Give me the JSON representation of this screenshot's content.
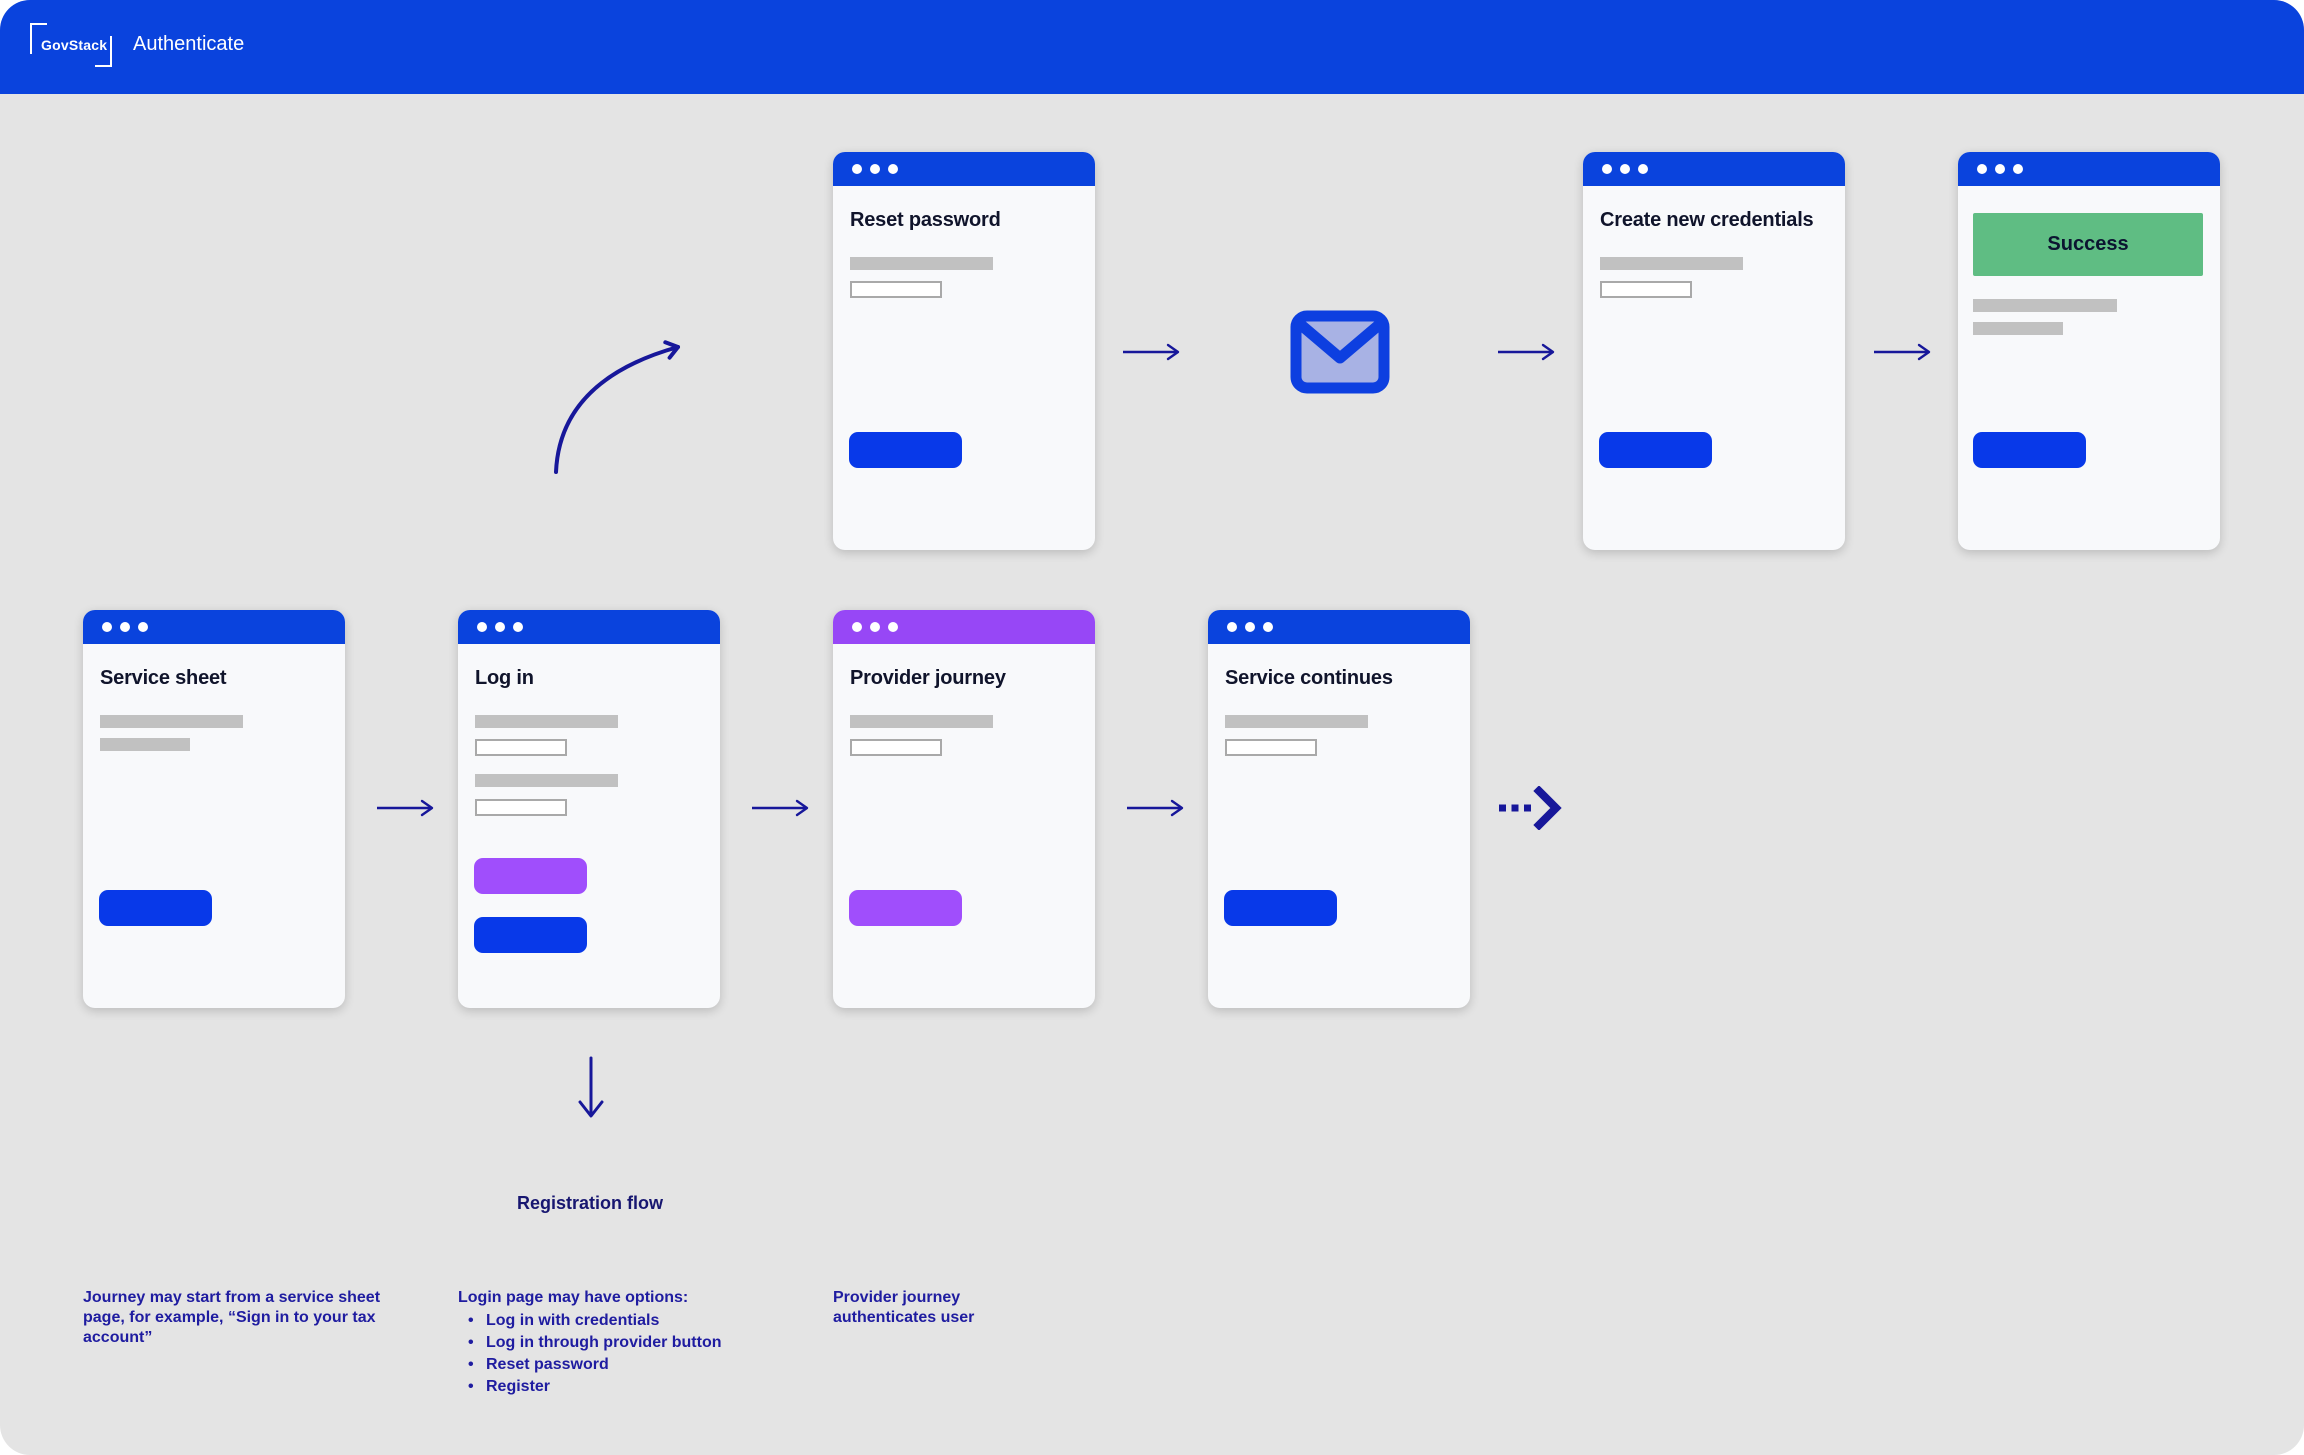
{
  "header": {
    "logo_text": "GovStack",
    "app_title": "Authenticate"
  },
  "windows": {
    "reset_password": {
      "title": "Reset password"
    },
    "create_credentials": {
      "title": "Create new credentials"
    },
    "success": {
      "banner_label": "Success"
    },
    "service_sheet": {
      "title": "Service sheet"
    },
    "login": {
      "title": "Log in"
    },
    "provider_journey": {
      "title": "Provider journey"
    },
    "service_continues": {
      "title": "Service continues"
    }
  },
  "labels": {
    "registration_flow": "Registration flow"
  },
  "annotations": {
    "journey_start": "Journey may start from a service sheet page, for example, “Sign in to your tax account”",
    "login_options_title": "Login page may have options:",
    "login_options": [
      "Log in with credentials",
      "Log in through provider button",
      "Reset password",
      "Register"
    ],
    "provider_auth": "Provider journey authenticates user"
  },
  "icons": {
    "email": "email-envelope-icon",
    "window_controls": "window-dots-icon"
  },
  "colors": {
    "header_blue": "#0A43DD",
    "button_blue": "#0839E9",
    "purple": "#9747F6",
    "success_green": "#5FBD83",
    "annotation_navy": "#1F1CA0",
    "arrow_navy": "#17179A",
    "page_background": "#E4E4E4",
    "window_background": "#F8F9FB",
    "placeholder_gray": "#C1C1C1"
  }
}
